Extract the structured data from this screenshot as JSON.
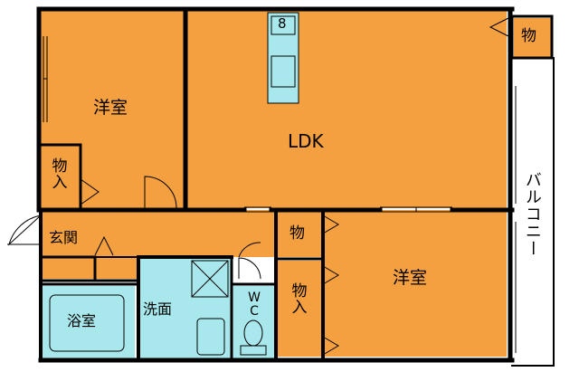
{
  "rooms": {
    "western_room_top": "洋室",
    "ldk": "LDK",
    "western_room_bottom": "洋室",
    "storage_top_right": "物",
    "storage_left_line1": "物",
    "storage_left_line2": "入",
    "storage_center": "物",
    "storage_center_tall_line1": "物",
    "storage_center_tall_line2": "入",
    "entrance": "玄関",
    "bath": "浴室",
    "washroom": "洗面",
    "toilet": "W C",
    "balcony": "バルコニー"
  },
  "fixtures": {
    "fridge_mark": "8"
  },
  "colors": {
    "room_fill": "#f4a040",
    "wet_area_fill": "#a8e8ec",
    "balcony_fill": "#ffffff",
    "wall": "#000000"
  }
}
